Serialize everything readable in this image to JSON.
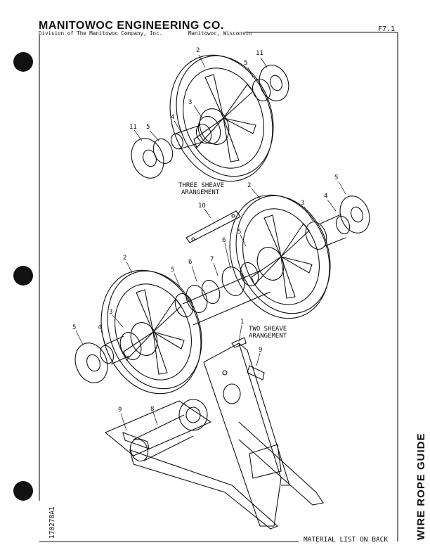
{
  "header": {
    "company": "MANITOWOC ENGINEERING CO.",
    "division": "Division of The Manitowoc Company, Inc.",
    "city": "Manitowoc, Wisconsin",
    "page": "F7.1"
  },
  "side_title": "WIRE ROPE GUIDE",
  "part_number": "170278A1",
  "footer": {
    "note": "MATERIAL LIST ON BACK"
  },
  "drawing": {
    "caption_three_1": "THREE SHEAVE",
    "caption_three_2": "ARANGEMENT",
    "caption_two_1": "TWO SHEAVE",
    "caption_two_2": "ARANGEMENT",
    "callouts": {
      "c1": "2",
      "c2": "5",
      "c3": "11",
      "c4": "3",
      "c5": "4",
      "c6": "5",
      "c7": "11",
      "c8": "2",
      "c9": "5",
      "c10": "4",
      "c11": "3",
      "c12": "10",
      "c13": "5",
      "c14": "6",
      "c15": "2",
      "c16": "5",
      "c17": "6",
      "c18": "7",
      "c19": "3",
      "c20": "5",
      "c21": "4",
      "c22": "1",
      "c23": "9",
      "c24": "9",
      "c25": "8"
    }
  }
}
